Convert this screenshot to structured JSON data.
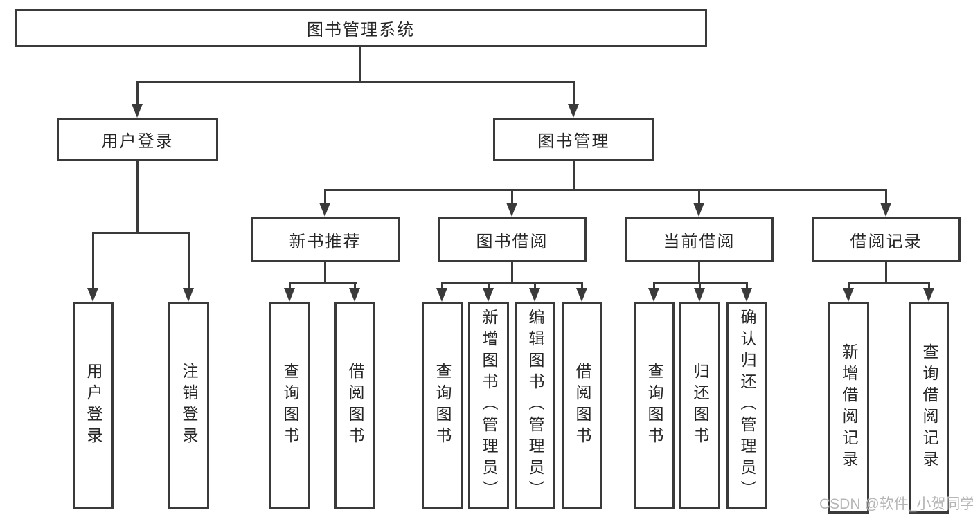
{
  "colors": {
    "line": "#3a3a3a",
    "text": "#262626",
    "bg": "#ffffff",
    "watermark": "#b5b5b5"
  },
  "watermark": {
    "text": "CSDN @软件_小贺同学"
  },
  "diagram": {
    "root": {
      "label": "图书管理系统"
    },
    "level1": [
      {
        "label": "用户登录",
        "children": [
          {
            "label": "用户登录"
          },
          {
            "label": "注销登录"
          }
        ]
      },
      {
        "label": "图书管理",
        "children": [
          {
            "label": "新书推荐",
            "children": [
              {
                "label": "查询图书"
              },
              {
                "label": "借阅图书"
              }
            ]
          },
          {
            "label": "图书借阅",
            "children": [
              {
                "label": "查询图书"
              },
              {
                "label": "新增图书（管理员）"
              },
              {
                "label": "编辑图书（管理员）"
              },
              {
                "label": "借阅图书"
              }
            ]
          },
          {
            "label": "当前借阅",
            "children": [
              {
                "label": "查询图书"
              },
              {
                "label": "归还图书"
              },
              {
                "label": "确认归还（管理员）"
              }
            ]
          },
          {
            "label": "借阅记录",
            "children": [
              {
                "label": "新增借阅记录"
              },
              {
                "label": "查询借阅记录"
              }
            ]
          }
        ]
      }
    ]
  }
}
